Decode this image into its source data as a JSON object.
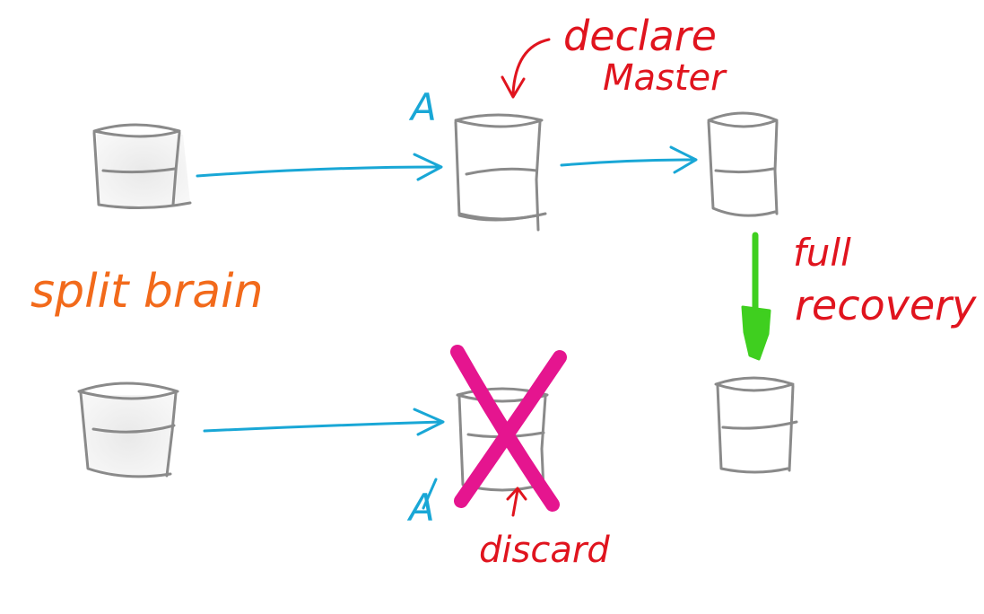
{
  "labels": {
    "split_brain": "split brain",
    "declare_line1": "declare",
    "declare_line2": "Master",
    "full_line1": "full",
    "full_line2": "recovery",
    "discard": "discard",
    "a_top": "A",
    "a_bottom": "A"
  },
  "colors": {
    "cyan": "#19a7d6",
    "red": "#e0141e",
    "orange": "#f26a1b",
    "green": "#3fcf1f",
    "magenta": "#e5158f",
    "gray": "#8a8a8a"
  }
}
